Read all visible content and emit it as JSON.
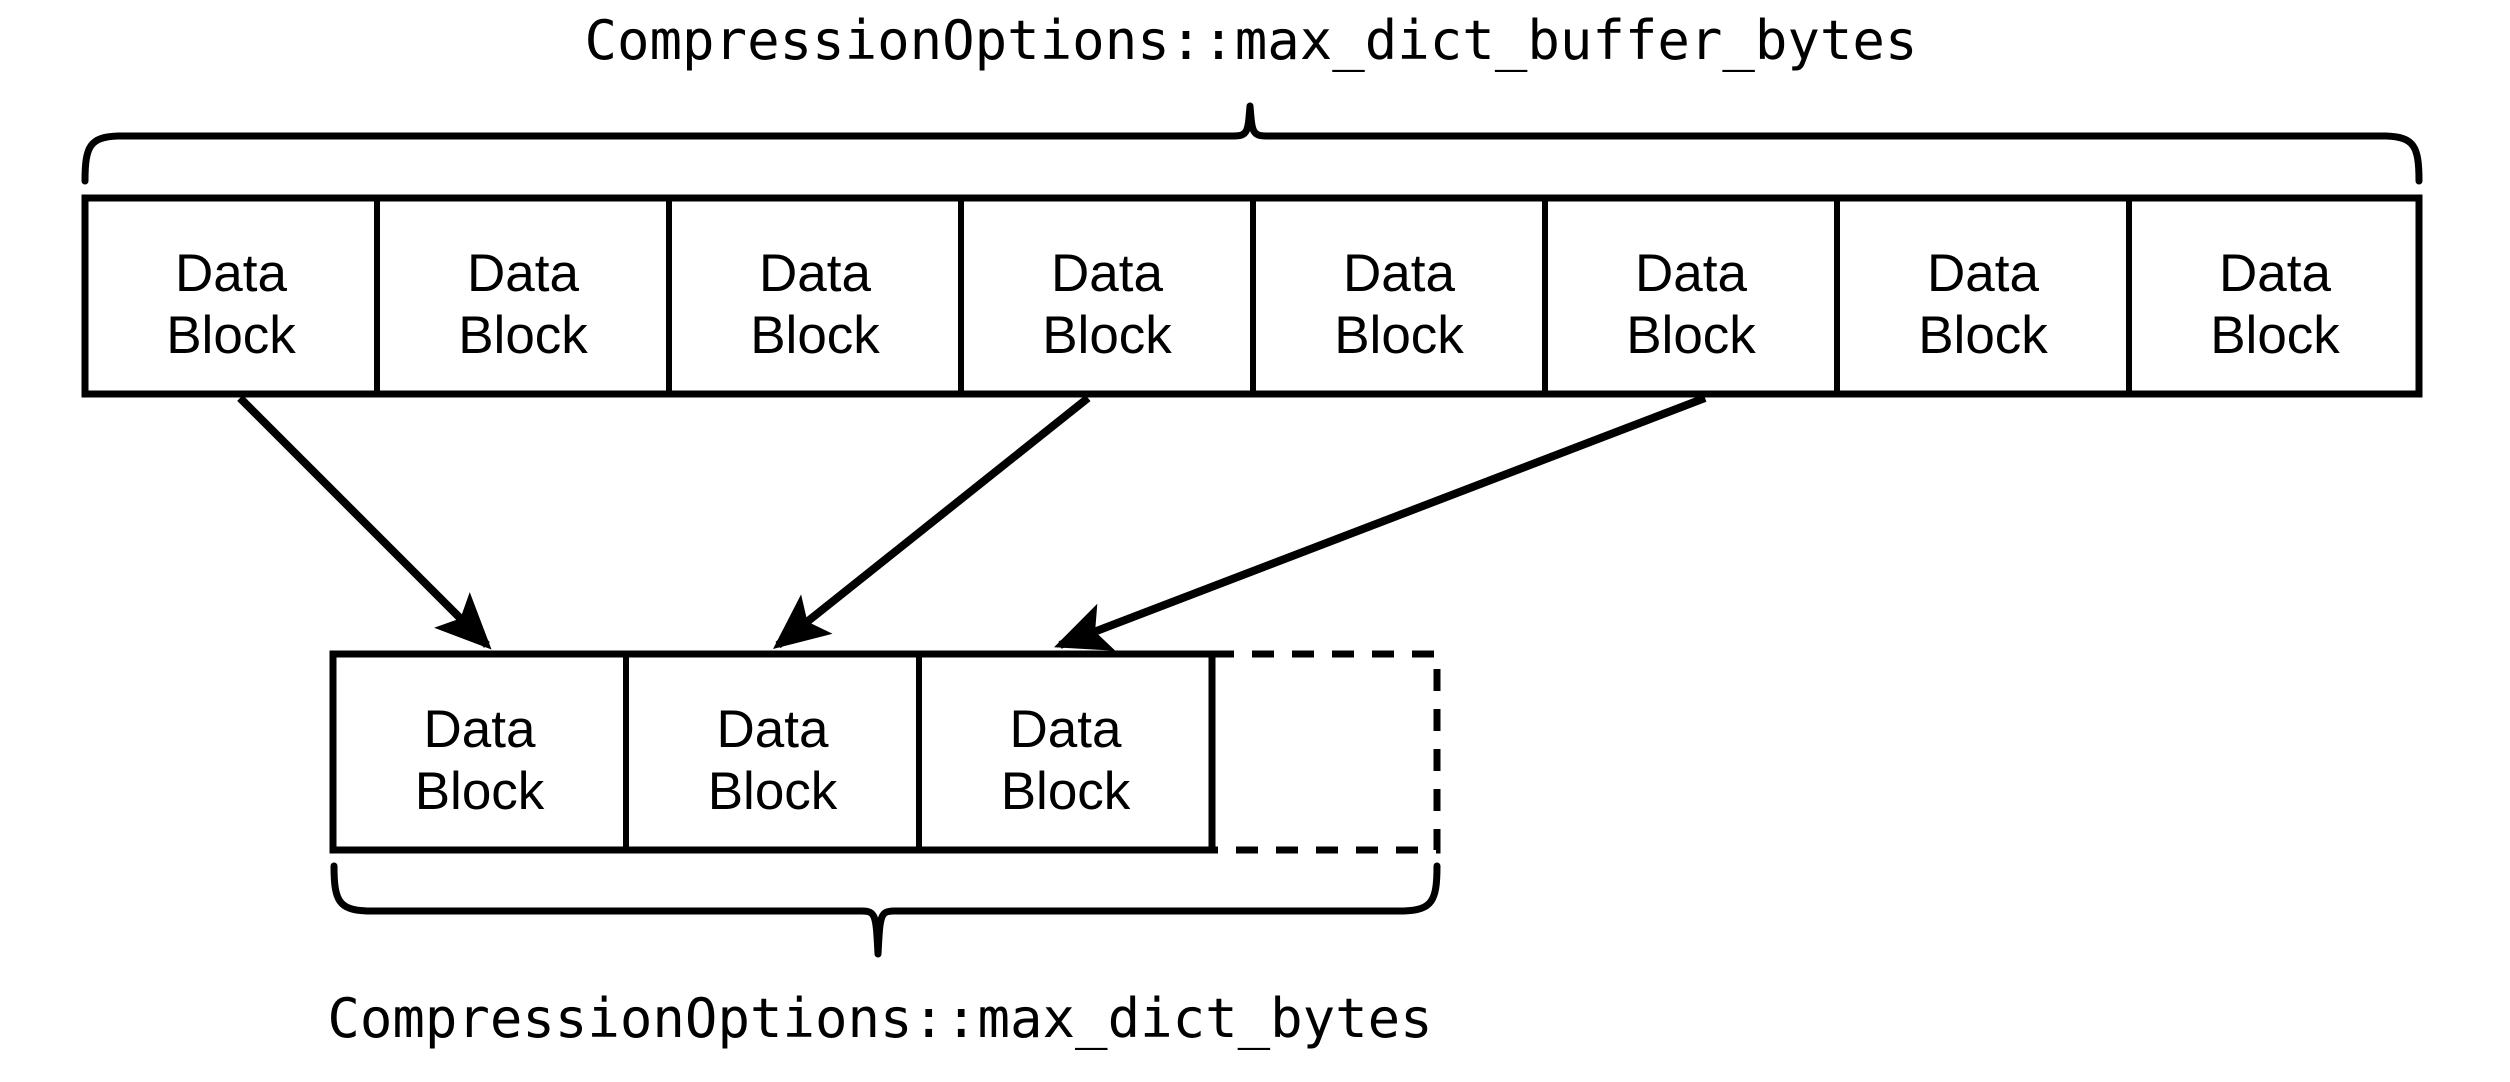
{
  "diagram": {
    "title_top": "CompressionOptions::max_dict_buffer_bytes",
    "title_bottom": "CompressionOptions::max_dict_bytes",
    "block_line1": "Data",
    "block_line2": "Block",
    "stroke_color": "#000000",
    "background_color": "#ffffff",
    "top_row": {
      "label": "CompressionOptions::max_dict_buffer_bytes",
      "block_count": 8,
      "blocks": [
        {
          "line1": "Data",
          "line2": "Block"
        },
        {
          "line1": "Data",
          "line2": "Block"
        },
        {
          "line1": "Data",
          "line2": "Block"
        },
        {
          "line1": "Data",
          "line2": "Block"
        },
        {
          "line1": "Data",
          "line2": "Block"
        },
        {
          "line1": "Data",
          "line2": "Block"
        },
        {
          "line1": "Data",
          "line2": "Block"
        },
        {
          "line1": "Data",
          "line2": "Block"
        }
      ]
    },
    "bottom_row": {
      "label": "CompressionOptions::max_dict_bytes",
      "filled_block_count": 3,
      "empty_slot_count": 1,
      "blocks": [
        {
          "line1": "Data",
          "line2": "Block",
          "style": "solid"
        },
        {
          "line1": "Data",
          "line2": "Block",
          "style": "solid"
        },
        {
          "line1": "Data",
          "line2": "Block",
          "style": "solid"
        },
        {
          "line1": "",
          "line2": "",
          "style": "dashed"
        }
      ]
    },
    "arrows": [
      {
        "name": "arrow-block1-to-dict1",
        "from_block_index": 0,
        "to_block_index": 0
      },
      {
        "name": "arrow-block4-to-dict2",
        "from_block_index": 3,
        "to_block_index": 1
      },
      {
        "name": "arrow-block6-to-dict3",
        "from_block_index": 5,
        "to_block_index": 2
      }
    ]
  }
}
